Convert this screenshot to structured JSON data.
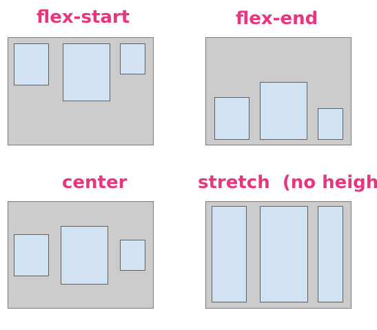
{
  "diagrams": [
    {
      "label": "flex-start"
    },
    {
      "label": "flex-end"
    },
    {
      "label": "center"
    },
    {
      "label": "stretch  (no height)"
    }
  ],
  "colors": {
    "label": "#e8357f",
    "container_fill": "#cccccc",
    "item_fill": "#d1e2f3",
    "border": "#5f5f5f"
  }
}
